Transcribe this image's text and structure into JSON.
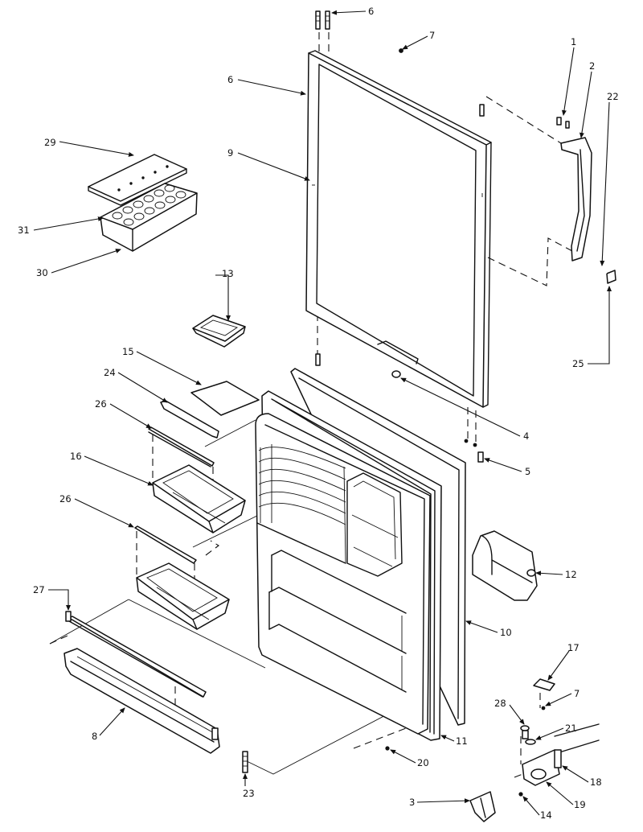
{
  "callouts": [
    "6",
    "7",
    "1",
    "2",
    "22",
    "6",
    "29",
    "9",
    "31",
    "30",
    "13",
    "15",
    "24",
    "26",
    "16",
    "26",
    "27",
    "8",
    "23",
    "4",
    "5",
    "12",
    "10",
    "11",
    "20",
    "17",
    "7",
    "28",
    "21",
    "18",
    "19",
    "14",
    "3",
    "25"
  ]
}
